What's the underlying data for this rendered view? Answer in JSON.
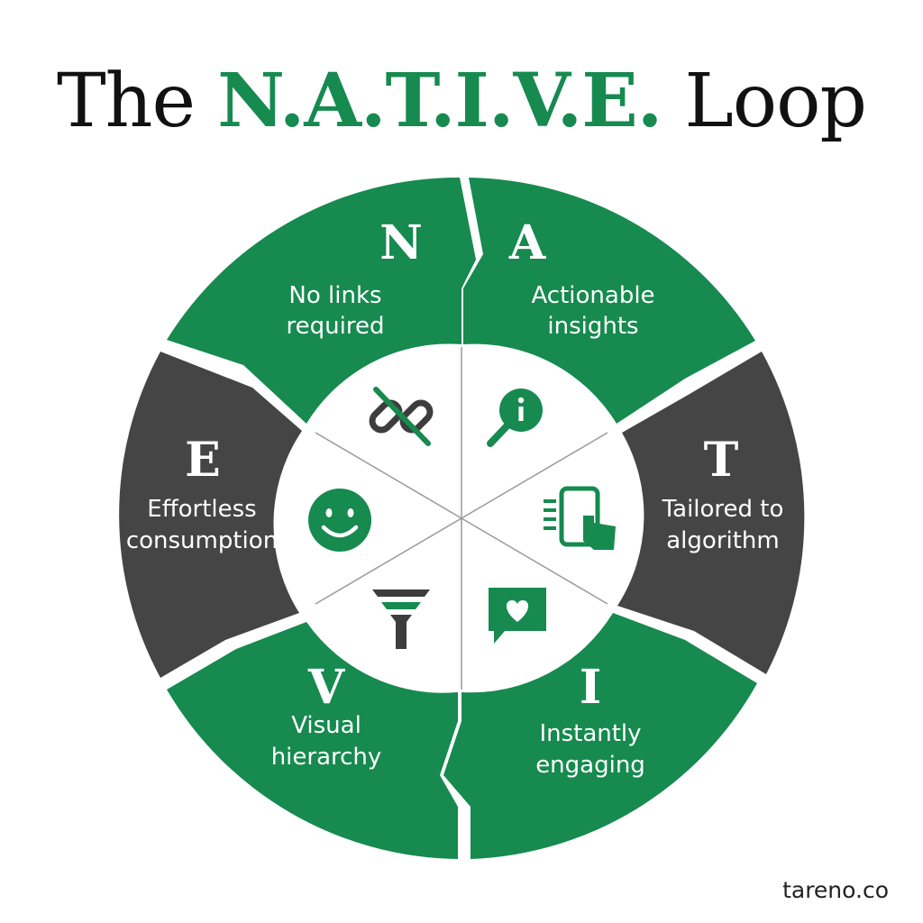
{
  "title": {
    "prefix": "The ",
    "acronym": "N.A.T.I.V.E.",
    "suffix": " Loop"
  },
  "colors": {
    "green": "#168a4f",
    "dark": "#454545",
    "accent_text": "#168a4f"
  },
  "segments": [
    {
      "letter": "N",
      "line1": "No links",
      "line2": "required",
      "icon": "broken-link-icon",
      "color": "green"
    },
    {
      "letter": "A",
      "line1": "Actionable",
      "line2": "insights",
      "icon": "info-magnifier-icon",
      "color": "green"
    },
    {
      "letter": "T",
      "line1": "Tailored to",
      "line2": "algorithm",
      "icon": "phone-tap-icon",
      "color": "dark"
    },
    {
      "letter": "I",
      "line1": "Instantly",
      "line2": "engaging",
      "icon": "heart-chat-icon",
      "color": "green"
    },
    {
      "letter": "V",
      "line1": "Visual",
      "line2": "hierarchy",
      "icon": "funnel-icon",
      "color": "green"
    },
    {
      "letter": "E",
      "line1": "Effortless",
      "line2": "consumption",
      "icon": "smiley-icon",
      "color": "dark"
    }
  ],
  "brand": "tareno.co"
}
